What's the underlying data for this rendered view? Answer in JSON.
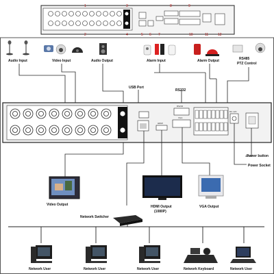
{
  "labels": {
    "audio_input": "Audio Input",
    "video_input": "Video Input",
    "audio_output": "Audio Output",
    "alarm_input": "Alarm Input",
    "alarm_output": "Alarm Output",
    "rs485_line1": "RS485",
    "rs485_line2": "PTZ Control",
    "usb_port": "USB Port",
    "rs232": "RS232",
    "rs232_small": "RS232",
    "vga_small": "VGA",
    "hdmi_small": "HDMI",
    "dc_small": "DC 12V",
    "power_button": "Power button",
    "power_socket": "Power Socket",
    "video_output": "Video Output",
    "hdmi_output_line1": "HDMI Output",
    "hdmi_output_line2": "(1080P)",
    "vga_output": "VGA Output",
    "network_switcher": "Network Switcher",
    "network_user": "Network User",
    "network_keyboard": "Network Keyboard"
  },
  "callouts": [
    "1",
    "2",
    "3",
    "4",
    "5",
    "6",
    "7",
    "8",
    "9",
    "10",
    "11",
    "12"
  ],
  "colors": {
    "line": "#222222",
    "panel": "#f2f2f2",
    "callout": "#b01010",
    "alarm_light": "#d42020"
  }
}
